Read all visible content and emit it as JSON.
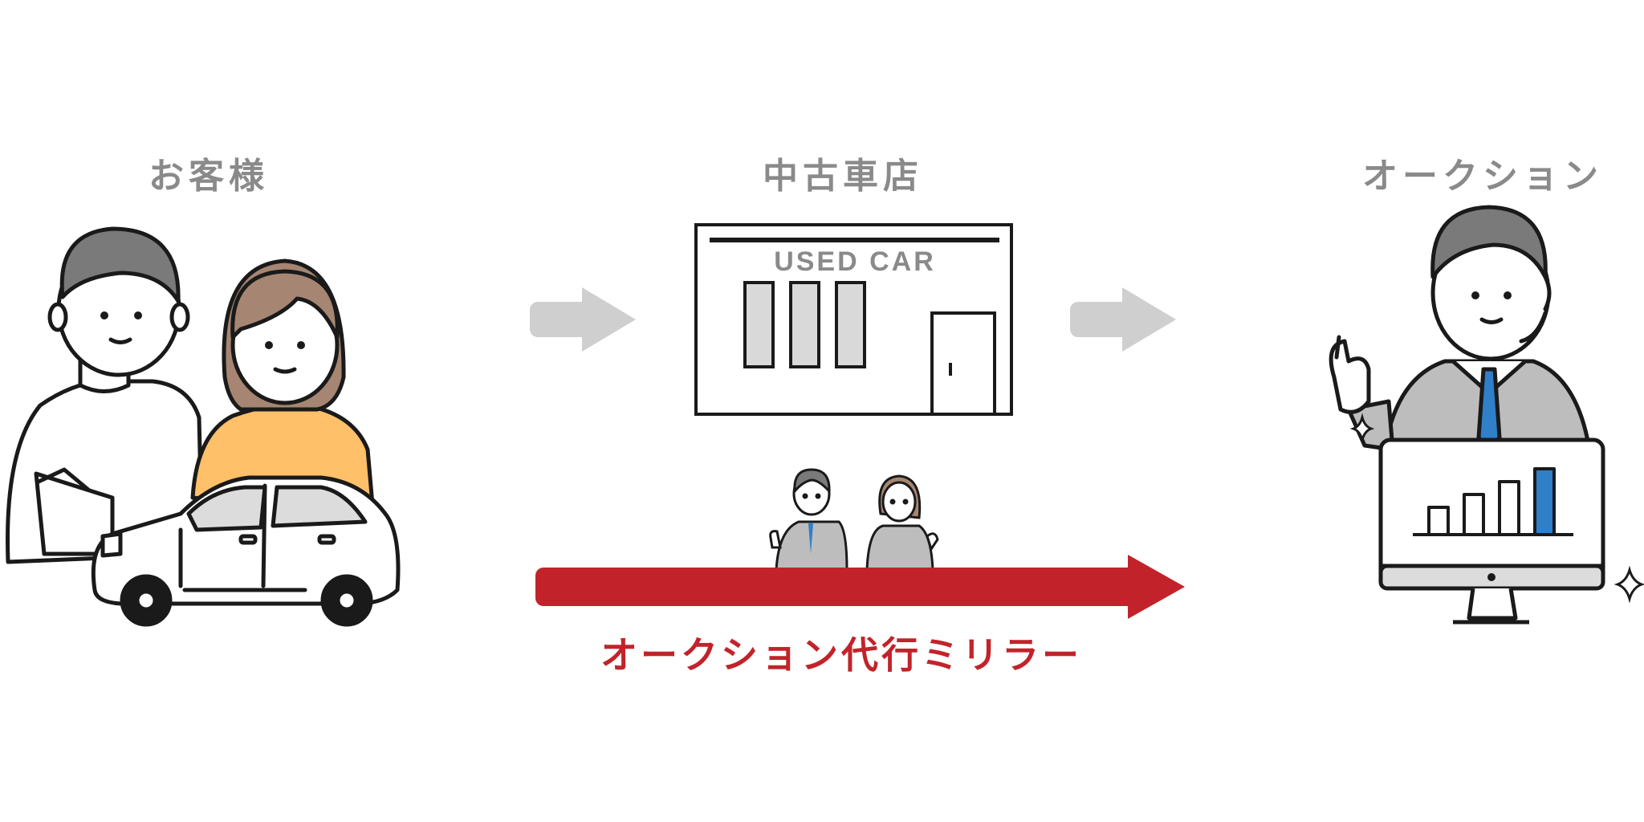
{
  "labels": {
    "customer": "お客様",
    "used_car_shop": "中古車店",
    "auction": "オークション"
  },
  "shop_sign": "USED CAR",
  "service_name": "オークション代行ミリラー",
  "colors": {
    "label_gray": "#8a8a8a",
    "arrow_gray": "#cfcfcf",
    "red": "#c2232a",
    "orange": "#ffc06a",
    "hair_gray": "#7a7a7a",
    "hair_brown": "#a68672",
    "suit_gray": "#bdbdbd",
    "tie_blue": "#2f7fc9"
  },
  "icons": [
    "customer-couple-illustration",
    "car-illustration",
    "used-car-shop-illustration",
    "staff-illustration",
    "auction-operator-illustration",
    "bar-chart-monitor-icon",
    "sparkle-icon"
  ]
}
